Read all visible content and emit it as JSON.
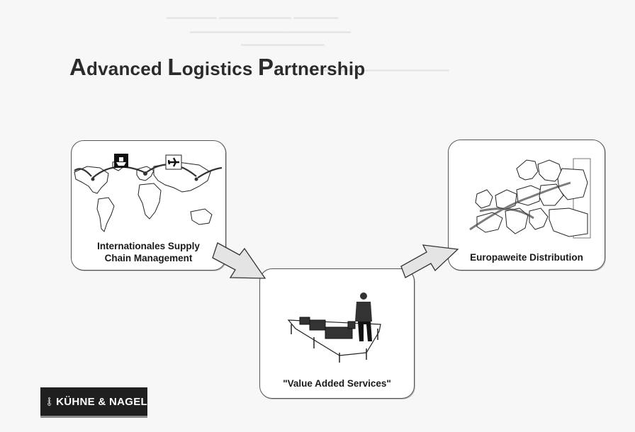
{
  "title": {
    "cap1": "A",
    "rest1": "dvanced ",
    "cap2": "L",
    "rest2": "ogistics ",
    "cap3": "P",
    "rest3": "artnership"
  },
  "boxes": {
    "left": {
      "label_line1": "Internationales Supply",
      "label_line2": "Chain Management"
    },
    "right": {
      "label": "Europaweite Distribution"
    },
    "middle": {
      "label": "\"Value Added Services\""
    }
  },
  "logo": {
    "text": "KÜHNE & NAGEL"
  },
  "colors": {
    "box_border": "#555555",
    "arrow_fill": "#e4e4e4",
    "logo_bg": "#1f1f1f"
  },
  "icons": [
    "world-map-icon",
    "ship-icon",
    "airplane-icon",
    "europe-map-icon",
    "worker-conveyor-icon",
    "anchor-icon"
  ]
}
